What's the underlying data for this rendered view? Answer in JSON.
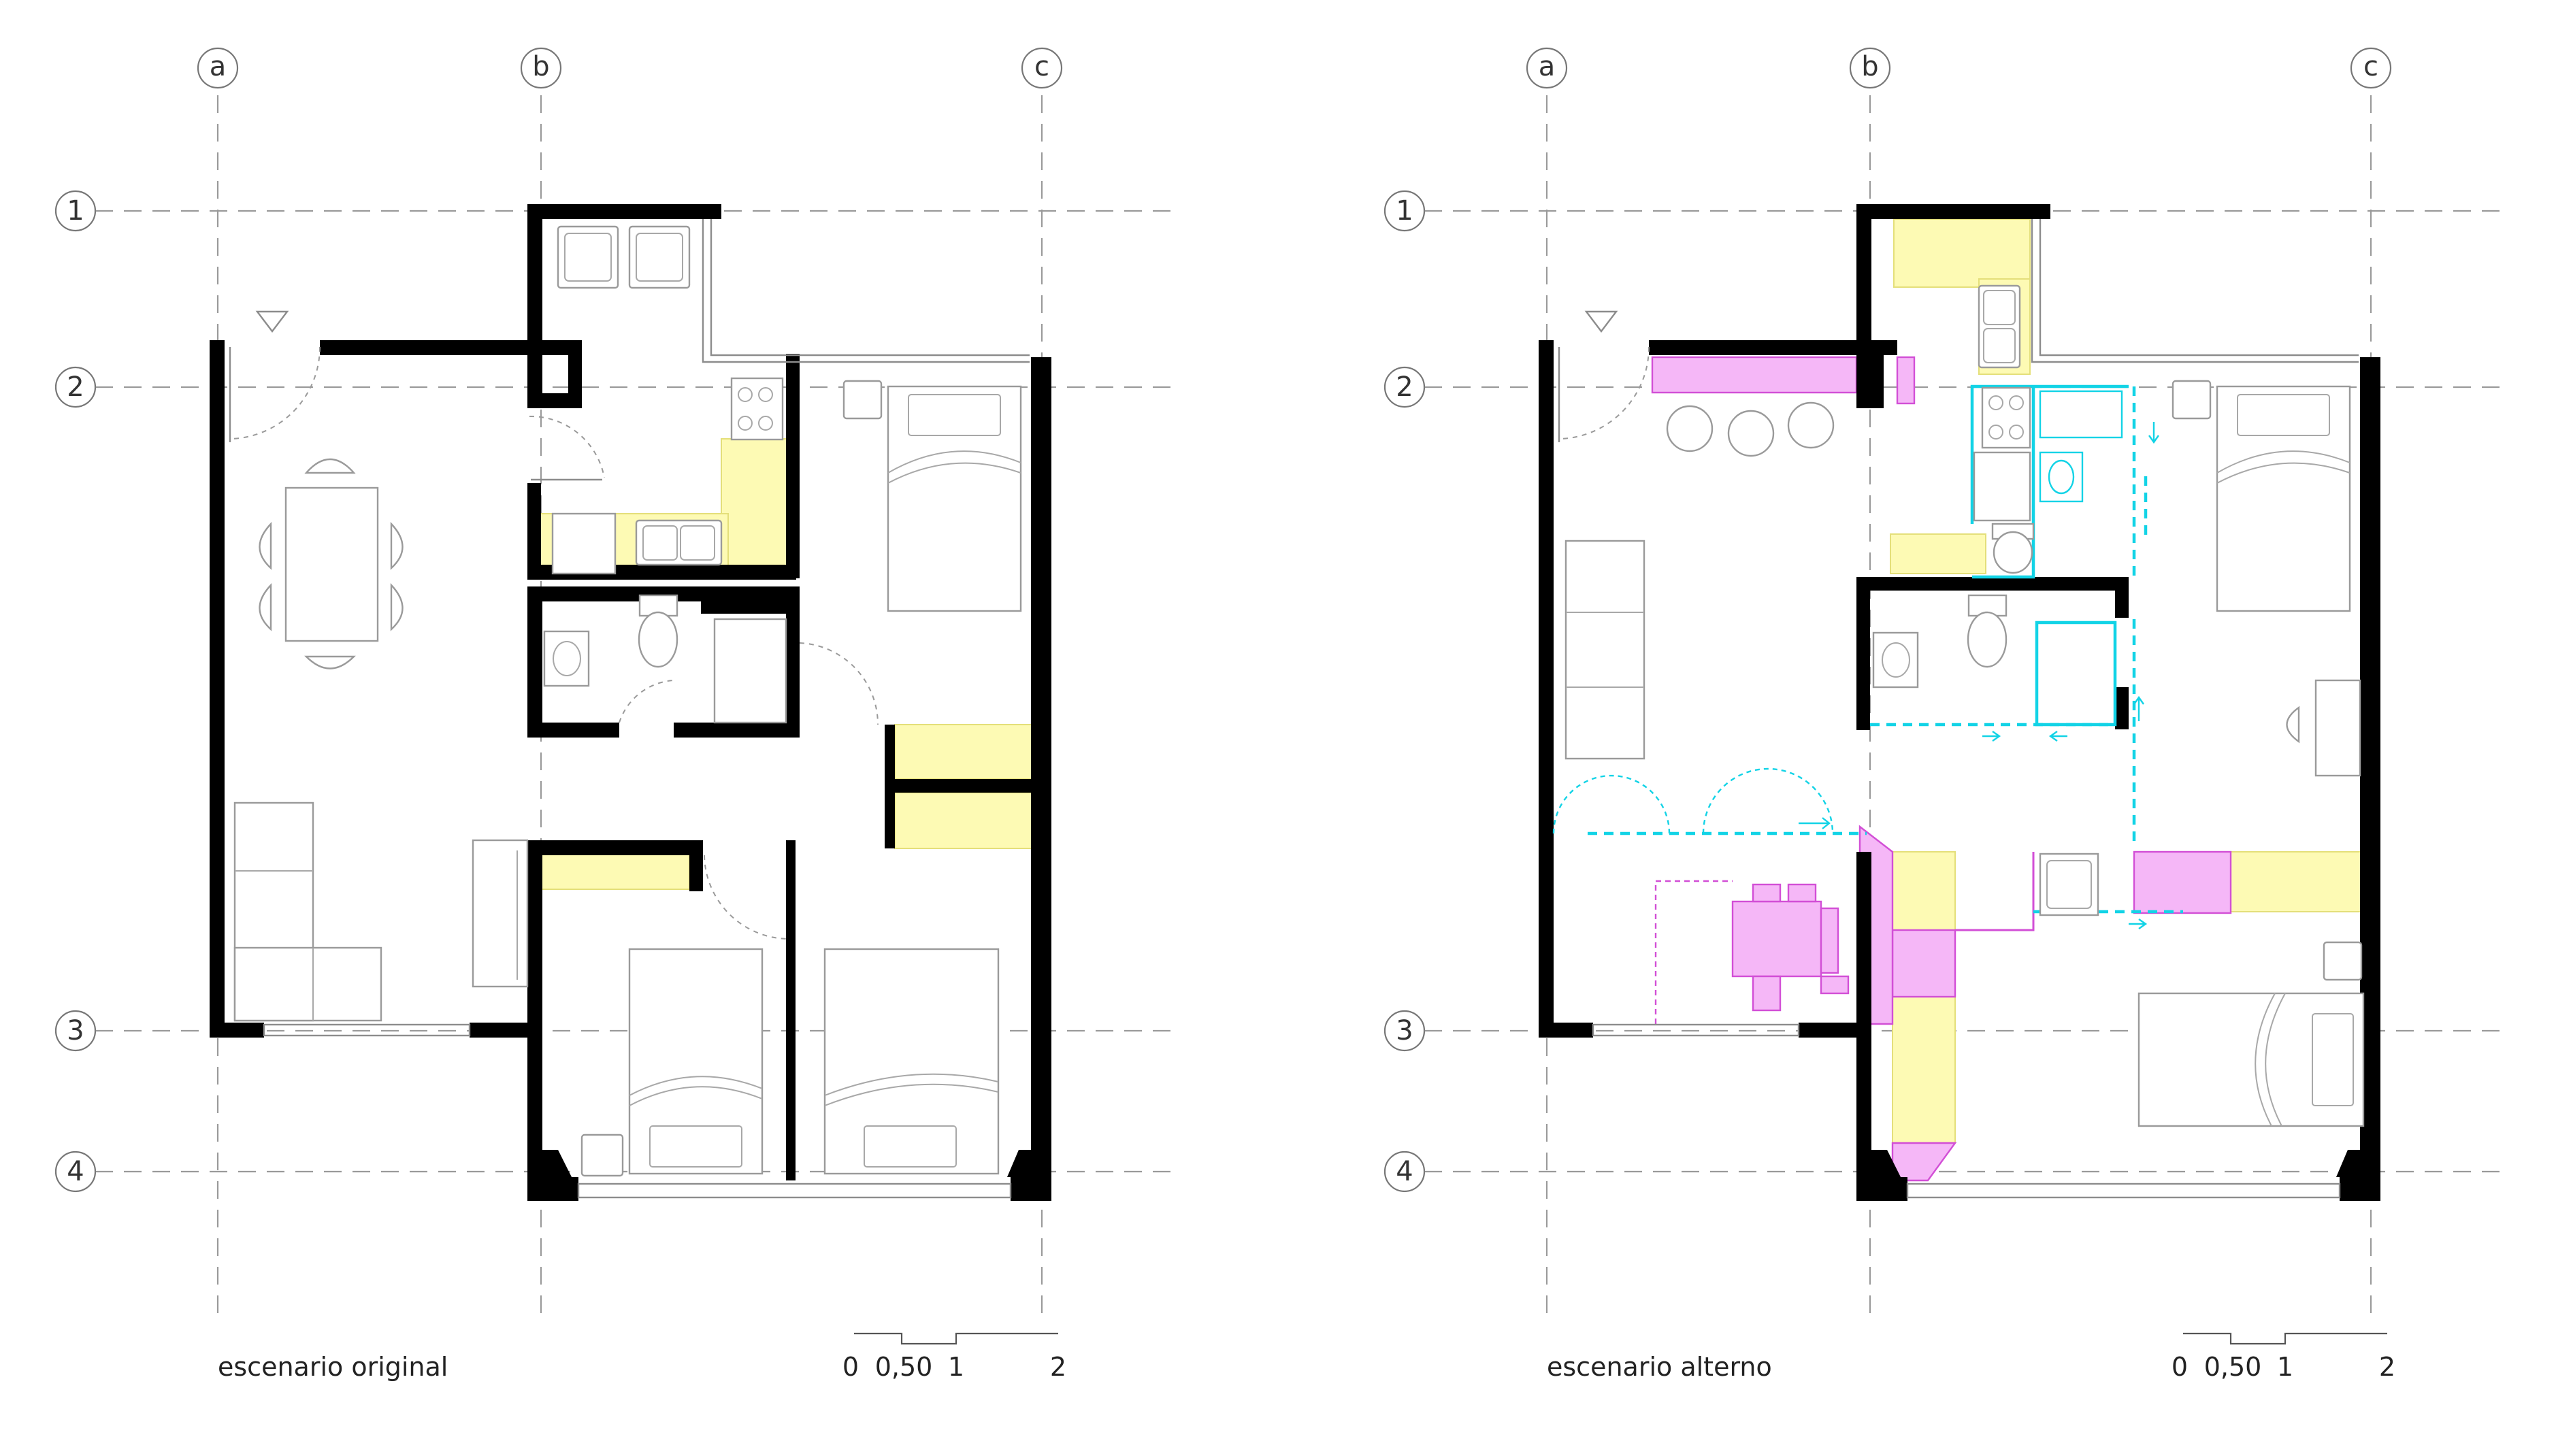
{
  "plans": [
    {
      "caption": "escenario original",
      "grid_columns": [
        "a",
        "b",
        "c"
      ],
      "grid_rows": [
        "1",
        "2",
        "3",
        "4"
      ],
      "scale_labels": [
        "0",
        "0,50",
        "1",
        "2"
      ]
    },
    {
      "caption": "escenario alterno",
      "grid_columns": [
        "a",
        "b",
        "c"
      ],
      "grid_rows": [
        "1",
        "2",
        "3",
        "4"
      ],
      "scale_labels": [
        "0",
        "0,50",
        "1",
        "2"
      ]
    }
  ],
  "colors": {
    "walls": "#000000",
    "kitchen_highlight": "#fdfab4",
    "new_furniture": "#f5b7f7",
    "new_partitions": "#12d3e6"
  }
}
